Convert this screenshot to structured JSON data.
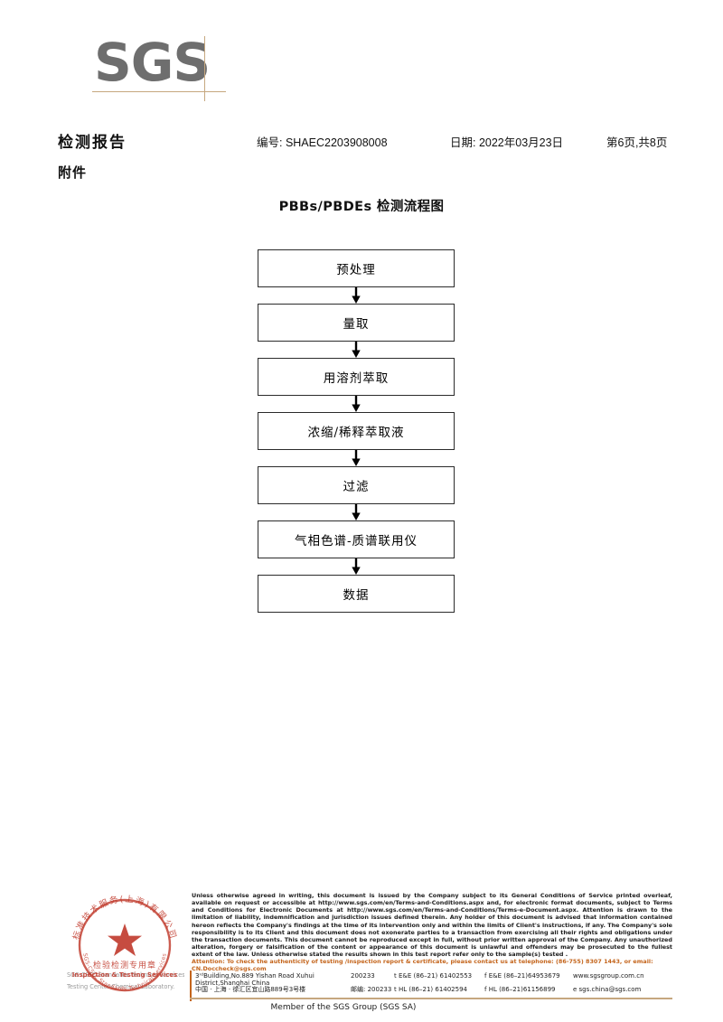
{
  "logo": {
    "text": "SGS"
  },
  "header": {
    "title": "检测报告",
    "subtitle": "附件",
    "report_no": "编号: SHAEC2203908008",
    "date": "日期: 2022年03月23日",
    "page": "第6页,共8页"
  },
  "flowchart": {
    "title": "PBBs/PBDEs 检测流程图",
    "steps": [
      {
        "label": "预处理"
      },
      {
        "label": "量取"
      },
      {
        "label": "用溶剂萃取"
      },
      {
        "label": "浓缩/稀释萃取液"
      },
      {
        "label": "过滤"
      },
      {
        "label": "气相色谱-质谱联用仪"
      },
      {
        "label": "数据"
      }
    ]
  },
  "stamp": {
    "outer_text_cn": "标准技术服务(上海)有限公司",
    "outer_text_en": "SGS-CSTC Standards Technical Services",
    "center_cn": "检验检测专用章",
    "center_en": "Inspection & Testing Services",
    "under_line1": "SGS-CSTC Standards Technical Services (Shanghai) Co.,Ltd.",
    "under_line2": "Testing Center-Chemical Laboratory",
    "color": "#c0392b"
  },
  "footer": {
    "legal": "Unless otherwise agreed in writing, this document is issued by the Company subject to its General Conditions of Service printed overleaf, available on request or accessible at http://www.sgs.com/en/Terms-and-Conditions.aspx and, for electronic format documents, subject to Terms and Conditions for Electronic Documents at http://www.sgs.com/en/Terms-and-Conditions/Terms-e-Document.aspx. Attention is drawn to the limitation of liability, indemnification and jurisdiction issues defined therein. Any holder of this document is advised that information contained hereon reflects the Company's findings at the time of its intervention only and within the limits of Client's instructions, if any. The Company's sole responsibility is to its Client and this document does not exonerate parties to a transaction from exercising all their rights and obligations under the transaction documents. This document cannot be reproduced except in full, without prior written approval of the Company. Any unauthorized alteration, forgery or falsification of the content or appearance of this document is unlawful and offenders may be prosecuted to the fullest extent of the law. Unless otherwise stated the results shown in this test report refer only to the sample(s) tested .",
    "attention": "Attention: To check the authenticity of testing /inspection report & certificate, please contact us at telephone: (86-755) 8307 1443, or email: CN.Doccheck@sgs.com",
    "address_en": "3ʳᵈBuilding,No.889 Yishan Road Xuhui District,Shanghai China",
    "address_cn": "中国 · 上海 · 徐汇区宜山路889号3号楼",
    "zip_en": "200233",
    "zip_cn": "邮编: 200233",
    "tel_ee": "t E&E (86–21) 61402553",
    "fax_ee": "f E&E (86–21)64953679",
    "tel_hl": "t HL (86–21) 61402594",
    "fax_hl": "f HL (86–21)61156899",
    "website": "www.sgsgroup.com.cn",
    "email": "e  sgs.china@sgs.com",
    "member": "Member of the SGS Group (SGS SA)"
  },
  "colors": {
    "logo_gray": "#6e6e6e",
    "rule_tan": "#c6a77f",
    "attention_orange": "#c4651c",
    "stamp_red": "#c0392b"
  }
}
